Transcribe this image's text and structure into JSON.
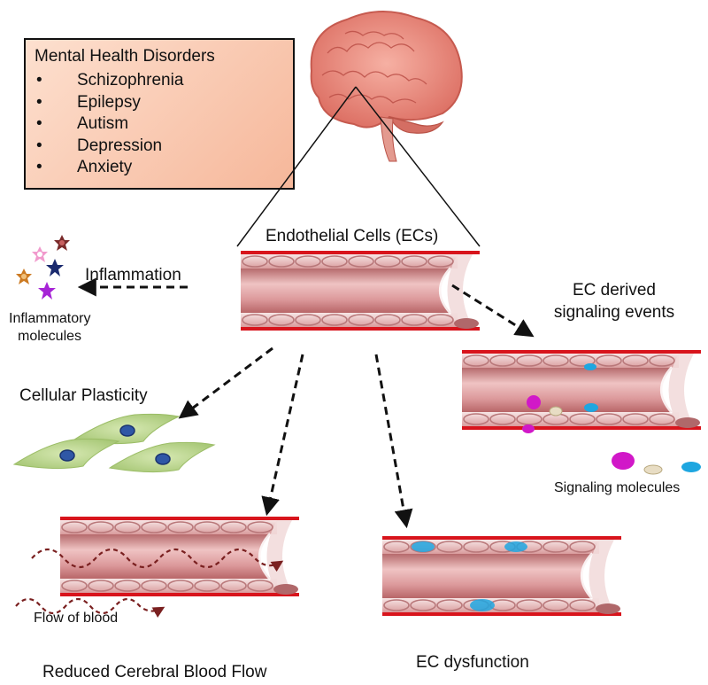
{
  "disorders_box": {
    "title": "Mental Health Disorders",
    "items": [
      "Schizophrenia",
      "Epilepsy",
      "Autism",
      "Depression",
      "Anxiety"
    ]
  },
  "labels": {
    "endothelial_cells": "Endothelial Cells (ECs)",
    "inflammation": "Inflammation",
    "inflammatory_molecules_line1": "Inflammatory",
    "inflammatory_molecules_line2": "molecules",
    "ec_signaling_line1": "EC derived",
    "ec_signaling_line2": "signaling events",
    "cellular_plasticity": "Cellular Plasticity",
    "signaling_molecules": "Signaling molecules",
    "flow_of_blood": "Flow of blood",
    "reduced_cbf": "Reduced Cerebral Blood Flow",
    "ec_dysfunction": "EC dysfunction"
  },
  "colors": {
    "vessel_wall": "#d8141c",
    "vessel_lumen": "#e7a9aa",
    "box_fill": "#f7c1a6",
    "brain": "#e88a7c",
    "cell": "#b7d48a",
    "nucleus": "#2f57a6",
    "flow_arrow": "#7a2020",
    "signal_magenta": "#d118c8",
    "signal_cyan": "#1ea6e0",
    "signal_beige": "#d8cdb0",
    "inflam_brown": "#7a2a2a",
    "inflam_navy": "#1a2a6e",
    "inflam_orange": "#cc7a22",
    "inflam_purple": "#a624d6",
    "inflam_pink": "#f19acd"
  },
  "icons": [
    "brain-icon",
    "blood-vessel-icon",
    "inflammatory-molecule-icon",
    "smooth-muscle-cell-icon",
    "signaling-molecule-icon"
  ]
}
